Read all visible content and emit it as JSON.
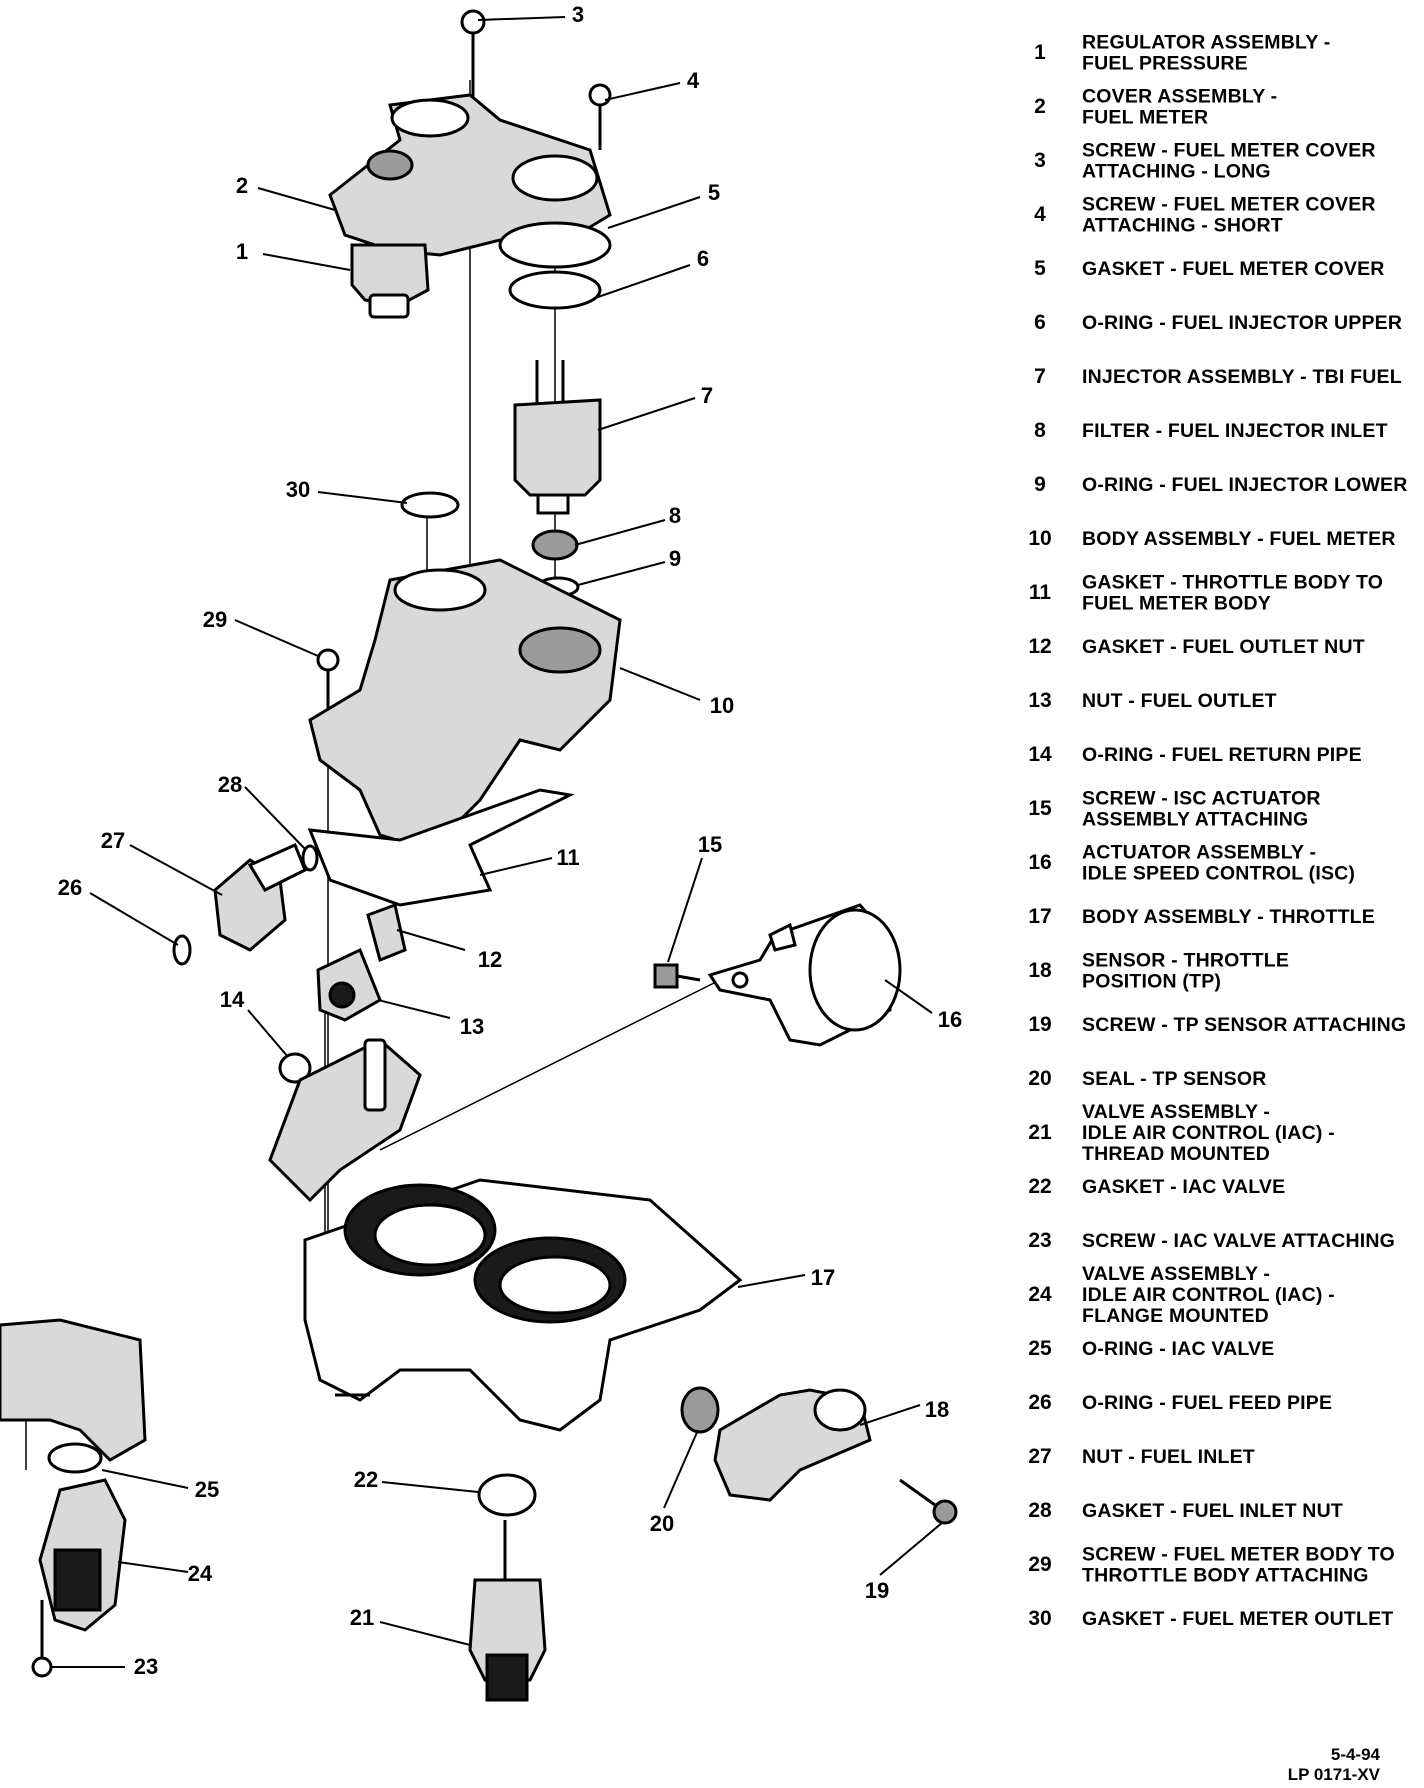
{
  "callouts": [
    "1",
    "2",
    "3",
    "4",
    "5",
    "6",
    "7",
    "8",
    "9",
    "10",
    "11",
    "12",
    "13",
    "14",
    "15",
    "16",
    "17",
    "18",
    "19",
    "20",
    "21",
    "22",
    "23",
    "24",
    "25",
    "26",
    "27",
    "28",
    "29",
    "30"
  ],
  "legend": [
    {
      "num": "1",
      "lines": [
        "REGULATOR ASSEMBLY -",
        "FUEL PRESSURE"
      ]
    },
    {
      "num": "2",
      "lines": [
        "COVER ASSEMBLY -",
        "FUEL METER"
      ]
    },
    {
      "num": "3",
      "lines": [
        "SCREW - FUEL METER COVER",
        "ATTACHING - LONG"
      ]
    },
    {
      "num": "4",
      "lines": [
        "SCREW - FUEL METER COVER",
        "ATTACHING - SHORT"
      ]
    },
    {
      "num": "5",
      "lines": [
        "GASKET - FUEL METER COVER"
      ]
    },
    {
      "num": "6",
      "lines": [
        "O-RING - FUEL INJECTOR UPPER"
      ]
    },
    {
      "num": "7",
      "lines": [
        "INJECTOR ASSEMBLY - TBI FUEL"
      ]
    },
    {
      "num": "8",
      "lines": [
        "FILTER - FUEL INJECTOR INLET"
      ]
    },
    {
      "num": "9",
      "lines": [
        "O-RING - FUEL INJECTOR LOWER"
      ]
    },
    {
      "num": "10",
      "lines": [
        "BODY ASSEMBLY - FUEL METER"
      ]
    },
    {
      "num": "11",
      "lines": [
        "GASKET - THROTTLE BODY TO",
        "FUEL METER BODY"
      ]
    },
    {
      "num": "12",
      "lines": [
        "GASKET - FUEL OUTLET NUT"
      ]
    },
    {
      "num": "13",
      "lines": [
        "NUT - FUEL OUTLET"
      ]
    },
    {
      "num": "14",
      "lines": [
        "O-RING - FUEL RETURN PIPE"
      ]
    },
    {
      "num": "15",
      "lines": [
        "SCREW - ISC ACTUATOR",
        "ASSEMBLY ATTACHING"
      ]
    },
    {
      "num": "16",
      "lines": [
        "ACTUATOR ASSEMBLY -",
        "IDLE SPEED CONTROL (ISC)"
      ]
    },
    {
      "num": "17",
      "lines": [
        "BODY ASSEMBLY - THROTTLE"
      ]
    },
    {
      "num": "18",
      "lines": [
        "SENSOR - THROTTLE",
        "POSITION (TP)"
      ]
    },
    {
      "num": "19",
      "lines": [
        "SCREW - TP SENSOR ATTACHING"
      ]
    },
    {
      "num": "20",
      "lines": [
        "SEAL - TP SENSOR"
      ]
    },
    {
      "num": "21",
      "lines": [
        "VALVE ASSEMBLY -",
        "IDLE AIR CONTROL (IAC) -",
        "THREAD MOUNTED"
      ]
    },
    {
      "num": "22",
      "lines": [
        "GASKET - IAC VALVE"
      ]
    },
    {
      "num": "23",
      "lines": [
        "SCREW - IAC VALVE ATTACHING"
      ]
    },
    {
      "num": "24",
      "lines": [
        "VALVE ASSEMBLY -",
        "IDLE AIR CONTROL (IAC) -",
        "FLANGE MOUNTED"
      ]
    },
    {
      "num": "25",
      "lines": [
        "O-RING - IAC VALVE"
      ]
    },
    {
      "num": "26",
      "lines": [
        "O-RING - FUEL FEED PIPE"
      ]
    },
    {
      "num": "27",
      "lines": [
        "NUT - FUEL INLET"
      ]
    },
    {
      "num": "28",
      "lines": [
        "GASKET - FUEL INLET NUT"
      ]
    },
    {
      "num": "29",
      "lines": [
        "SCREW - FUEL METER BODY TO",
        "THROTTLE BODY ATTACHING"
      ]
    },
    {
      "num": "30",
      "lines": [
        "GASKET - FUEL METER OUTLET"
      ]
    }
  ],
  "footer": {
    "date": "5-4-94",
    "code": "LP 0171-XV"
  }
}
